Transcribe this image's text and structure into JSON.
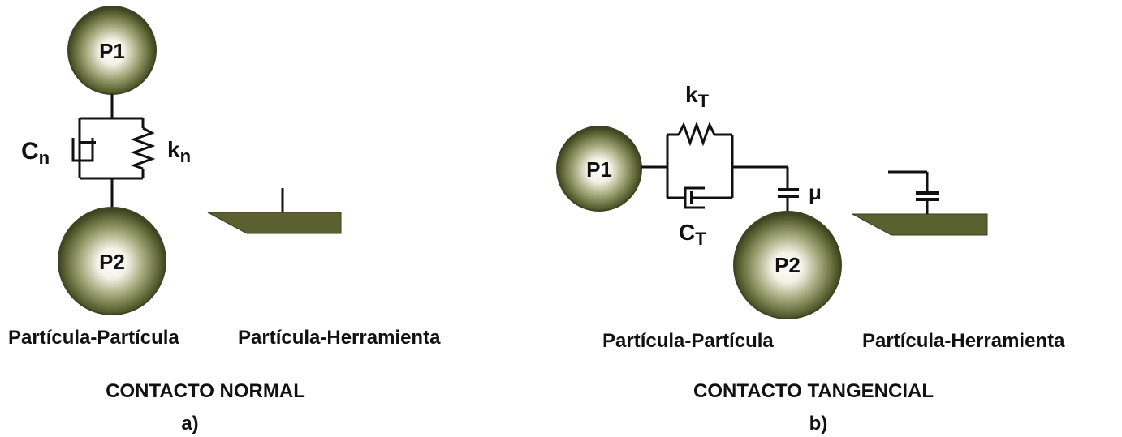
{
  "particles": {
    "p1": "P1",
    "p2": "P2"
  },
  "symbols": {
    "cn_main": "C",
    "cn_sub": "n",
    "kn_main": "k",
    "kn_sub": "n",
    "kt_main": "k",
    "kt_sub": "T",
    "ct_main": "C",
    "ct_sub": "T",
    "mu": "μ"
  },
  "panel_a": {
    "label_pp": "Partícula-Partícula",
    "label_ph": "Partícula-Herramienta",
    "title": "CONTACTO NORMAL",
    "tag": "a)"
  },
  "panel_b": {
    "label_pp": "Partícula-Partícula",
    "label_ph": "Partícula-Herramienta",
    "title": "CONTACTO TANGENCIAL",
    "tag": "b)"
  },
  "colors": {
    "tool": "#5a6030",
    "particle_dark": "#4a5228",
    "particle_light": "#ffffff",
    "line": "#111111"
  }
}
